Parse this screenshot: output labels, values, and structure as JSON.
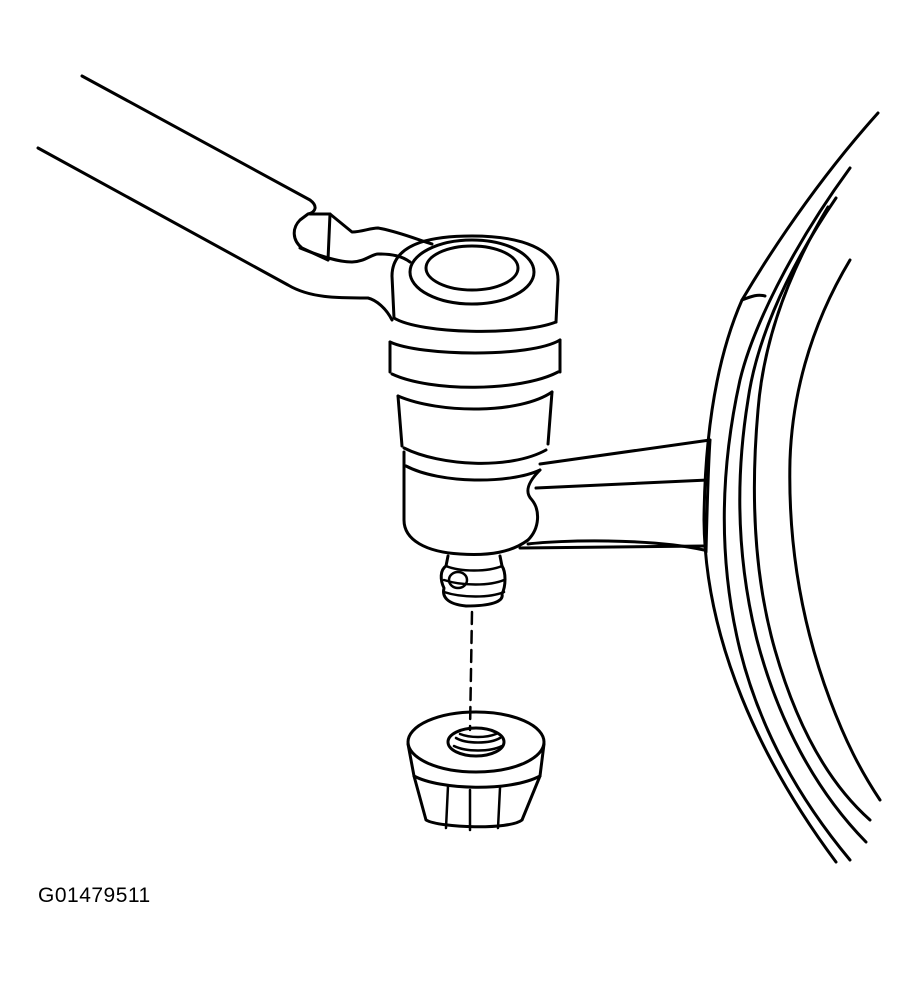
{
  "figure": {
    "code": "G01479511",
    "parts": {
      "tie_rod": "tie-rod-shaft",
      "tie_rod_end": "tie-rod-end-housing",
      "steering_knuckle_arm": "steering-arm",
      "threaded_stud": "ball-stud",
      "nut": "castle-nut",
      "wheel": "tire-wheel-edge"
    },
    "colors": {
      "line": "#000000",
      "background": "#ffffff"
    }
  }
}
